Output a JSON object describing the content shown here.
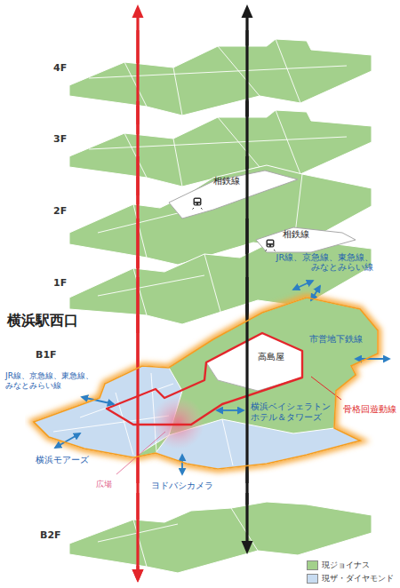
{
  "diagram": {
    "title": "横浜駅西口",
    "nodes": [
      {
        "text": [
          "4F"
        ]
      },
      {
        "text": [
          "3F"
        ]
      },
      {
        "text": [
          "2F"
        ]
      },
      {
        "text": [
          "1F"
        ]
      },
      {
        "text": [
          "B1F"
        ]
      },
      {
        "text": [
          "B2F"
        ]
      }
    ],
    "labels": [
      "相鉄線",
      "相鉄線",
      "JR線、京急線、東急線、 みなとみらい線",
      "市営地下鉄線",
      "JR線、京急線、東急線、 みなとみらい線",
      "高島屋",
      "骨格回遊動線",
      "横浜ベイシェラトン ホテル＆タワーズ",
      "横浜モアーズ",
      "ヨドバシカメラ",
      "広場"
    ],
    "legend": [
      {
        "text": "現ジョイナス",
        "color": "#a3d08c"
      },
      {
        "text": "現ザ・ダイヤモンド",
        "color": "#c8dcf1"
      }
    ]
  }
}
